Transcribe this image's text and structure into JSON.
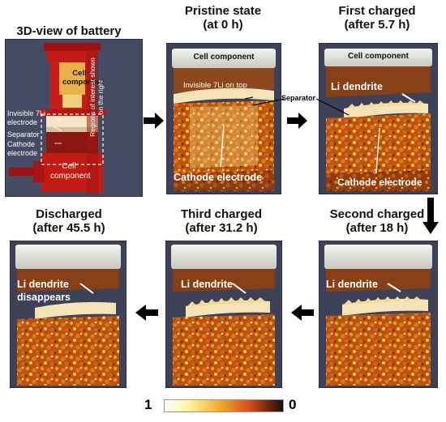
{
  "panels": {
    "battery3d": {
      "title": "3D-view of battery",
      "cell_top": "Cell component",
      "invisible_li": "Invisible 7Li electrode",
      "separator": "Separator",
      "cathode": "Cathode electrode",
      "cell_bottom": "Cell component",
      "roi": "Regions of interest shown on the right"
    },
    "pristine": {
      "title_line1": "Pristine state",
      "title_line2": "(at 0 h)",
      "cell": "Cell component",
      "invisible_li": "Invisible 7Li on top",
      "cathode": "Cathode electrode"
    },
    "first": {
      "title_line1": "First charged",
      "title_line2": "(after 5.7 h)",
      "cell": "Cell component",
      "dendrite": "Li dendrite",
      "separator": "Separator",
      "cathode": "Cathode electrode"
    },
    "second": {
      "title_line1": "Second charged",
      "title_line2": "(after 18 h)",
      "dendrite": "Li dendrite"
    },
    "third": {
      "title_line1": "Third charged",
      "title_line2": "(after 31.2 h)",
      "dendrite": "Li dendrite"
    },
    "discharged": {
      "title_line1": "Discharged",
      "title_line2": "(after 45.5 h)",
      "dendrite_line1": "Li dendrite",
      "dendrite_line2": "disappears"
    }
  },
  "colorbar": {
    "min_label": "1",
    "max_label": "0",
    "colors": [
      "#ffffff",
      "#fff7a0",
      "#f7b733",
      "#e0601a",
      "#8a2a10",
      "#111111"
    ]
  }
}
